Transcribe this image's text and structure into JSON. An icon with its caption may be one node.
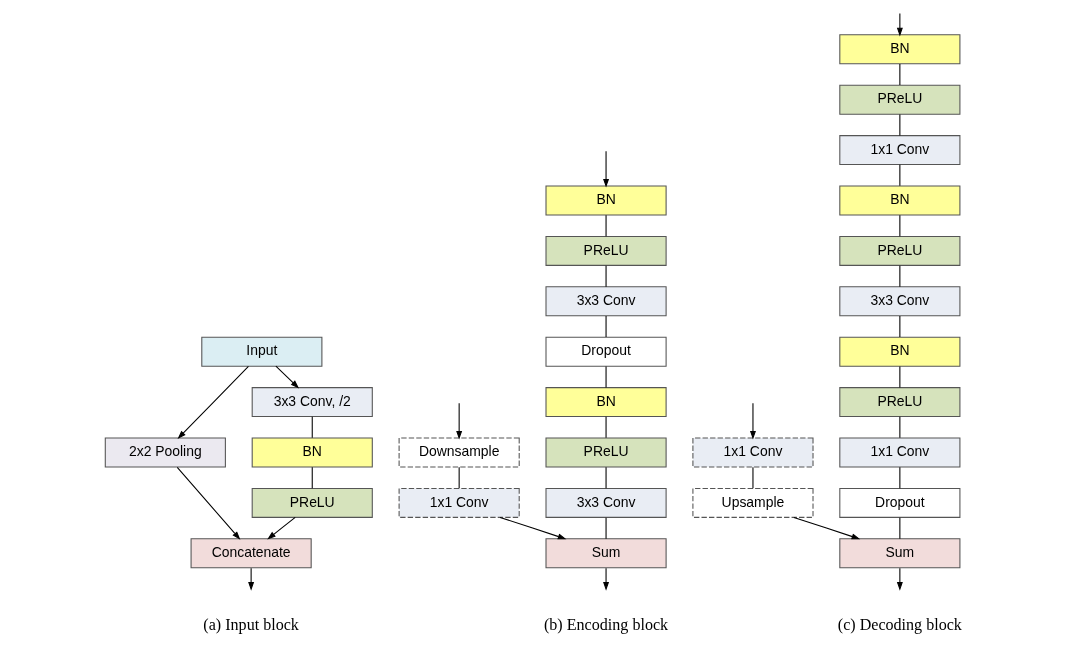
{
  "diagram": {
    "nodes": [
      {
        "text": [
          "Input"
        ]
      },
      {
        "text": [
          "2x2 Pooling"
        ]
      },
      {
        "text": [
          "3x3 Conv, /2"
        ]
      },
      {
        "text": [
          "BN"
        ]
      },
      {
        "text": [
          "PReLU"
        ]
      },
      {
        "text": [
          "Concatenate"
        ]
      },
      {
        "text": [
          "BN"
        ]
      },
      {
        "text": [
          "PReLU"
        ]
      },
      {
        "text": [
          "3x3 Conv"
        ]
      },
      {
        "text": [
          "Dropout"
        ]
      },
      {
        "text": [
          "BN"
        ]
      },
      {
        "text": [
          "PReLU"
        ]
      },
      {
        "text": [
          "3x3 Conv"
        ]
      },
      {
        "text": [
          "Sum"
        ]
      },
      {
        "text": [
          "Downsample"
        ]
      },
      {
        "text": [
          "1x1 Conv"
        ]
      },
      {
        "text": [
          "BN"
        ]
      },
      {
        "text": [
          "PReLU"
        ]
      },
      {
        "text": [
          "1x1 Conv"
        ]
      },
      {
        "text": [
          "BN"
        ]
      },
      {
        "text": [
          "PReLU"
        ]
      },
      {
        "text": [
          "3x3 Conv"
        ]
      },
      {
        "text": [
          "BN"
        ]
      },
      {
        "text": [
          "PReLU"
        ]
      },
      {
        "text": [
          "1x1 Conv"
        ]
      },
      {
        "text": [
          "Dropout"
        ]
      },
      {
        "text": [
          "Sum"
        ]
      },
      {
        "text": [
          "1x1 Conv"
        ]
      },
      {
        "text": [
          "Upsample"
        ]
      }
    ],
    "edges": [
      {
        "from": 0,
        "to": 1,
        "arrow": "to"
      },
      {
        "from": 0,
        "to": 2,
        "arrow": "to"
      },
      {
        "from": 2,
        "to": 3,
        "arrow": "none"
      },
      {
        "from": 3,
        "to": 4,
        "arrow": "none"
      },
      {
        "from": 1,
        "to": 5,
        "arrow": "to"
      },
      {
        "from": 4,
        "to": 5,
        "arrow": "to"
      },
      {
        "from": 5,
        "to": null,
        "arrow": "to"
      },
      {
        "from": null,
        "to": 6,
        "arrow": "to"
      },
      {
        "from": null,
        "to": 14,
        "arrow": "to"
      },
      {
        "from": 6,
        "to": 7,
        "arrow": "none"
      },
      {
        "from": 7,
        "to": 8,
        "arrow": "none"
      },
      {
        "from": 8,
        "to": 9,
        "arrow": "none"
      },
      {
        "from": 9,
        "to": 10,
        "arrow": "none"
      },
      {
        "from": 10,
        "to": 11,
        "arrow": "none"
      },
      {
        "from": 11,
        "to": 12,
        "arrow": "none"
      },
      {
        "from": 12,
        "to": 13,
        "arrow": "none"
      },
      {
        "from": 14,
        "to": 15,
        "arrow": "none"
      },
      {
        "from": 15,
        "to": 13,
        "arrow": "to"
      },
      {
        "from": 13,
        "to": null,
        "arrow": "to"
      },
      {
        "from": null,
        "to": 16,
        "arrow": "to"
      },
      {
        "from": null,
        "to": 27,
        "arrow": "to"
      },
      {
        "from": 16,
        "to": 17,
        "arrow": "none"
      },
      {
        "from": 17,
        "to": 18,
        "arrow": "none"
      },
      {
        "from": 18,
        "to": 19,
        "arrow": "none"
      },
      {
        "from": 19,
        "to": 20,
        "arrow": "none"
      },
      {
        "from": 20,
        "to": 21,
        "arrow": "none"
      },
      {
        "from": 21,
        "to": 22,
        "arrow": "none"
      },
      {
        "from": 22,
        "to": 23,
        "arrow": "none"
      },
      {
        "from": 23,
        "to": 24,
        "arrow": "none"
      },
      {
        "from": 24,
        "to": 25,
        "arrow": "none"
      },
      {
        "from": 25,
        "to": 26,
        "arrow": "none"
      },
      {
        "from": 27,
        "to": 28,
        "arrow": "none"
      },
      {
        "from": 28,
        "to": 26,
        "arrow": "to"
      },
      {
        "from": 26,
        "to": null,
        "arrow": "to"
      }
    ],
    "labels": [
      "(a) Input block",
      "(b) Encoding block",
      "(c) Decoding block"
    ]
  }
}
